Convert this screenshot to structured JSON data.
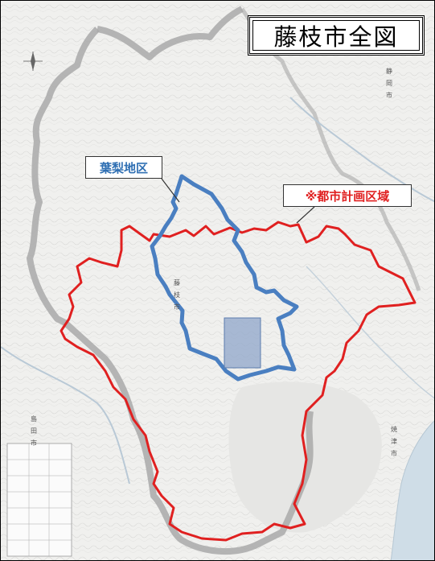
{
  "title": "藤枝市全図",
  "labels": {
    "hanashi": "葉梨地区",
    "city_planning": "※都市計画区域"
  },
  "place_names": {
    "fujieda": "藤枝市",
    "shizuoka": "静岡市",
    "shimada": "島田市",
    "yaizu": "焼津市"
  },
  "colors": {
    "city_planning_boundary": "#e02020",
    "hanashi_boundary": "#4a7fc1",
    "municipal_boundary": "#aaaaaa",
    "highlight_area": "#8fa6c9",
    "sea": "#cfdde7"
  }
}
